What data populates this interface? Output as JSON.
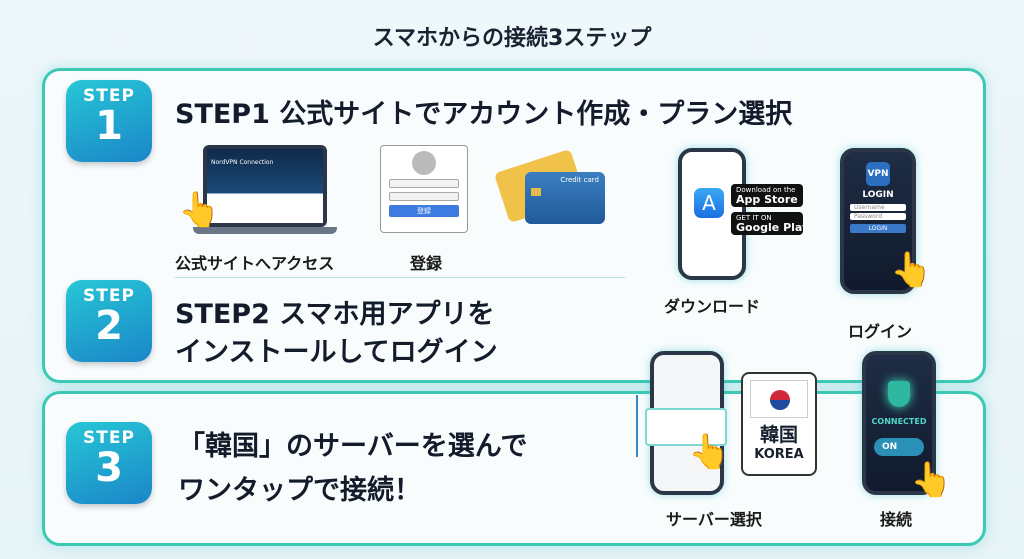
{
  "title": "スマホからの接続3ステップ",
  "steps": [
    {
      "badge": "STEP",
      "number": "1",
      "heading": "STEP1 公式サイトでアカウント作成・プラン選択"
    },
    {
      "badge": "STEP",
      "number": "2",
      "heading_line1": "STEP2 スマホ用アプリを",
      "heading_line2": "インストールしてログイン"
    },
    {
      "badge": "STEP",
      "number": "3",
      "heading_line1": "「韓国」のサーバーを選んで",
      "heading_line2": "ワンタップで接続！"
    }
  ],
  "illustrations": {
    "site_label": "公式サイトへアクセス",
    "site_headline": "NordVPN Connection",
    "register_label": "登録",
    "register_button": "登録",
    "card_text": "Credit card",
    "download_label": "ダウンロード",
    "appstore_small": "Download on the",
    "appstore": "App Store",
    "googleplay_small": "GET IT ON",
    "googleplay": "Google Play",
    "login_label": "ログイン",
    "login_logo": "VPN",
    "login_title": "LOGIN",
    "username": "Username",
    "password": "Password",
    "login_button": "LOGIN",
    "server_label": "サーバー選択",
    "korea_jp": "韓国",
    "korea_en": "KOREA",
    "connect_label": "接続",
    "connected": "CONNECTED",
    "on": "ON"
  },
  "colors": {
    "accent": "#3cc9b4",
    "badge": "#1a86c8"
  }
}
